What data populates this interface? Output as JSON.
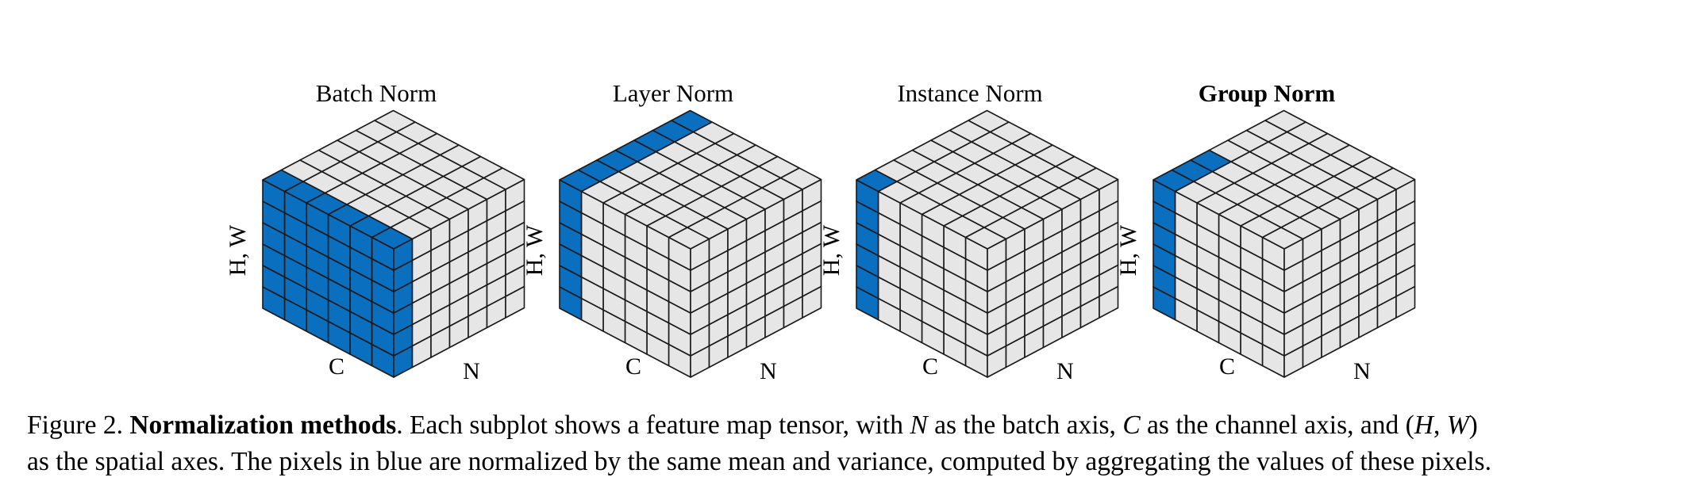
{
  "colors": {
    "highlight": "#0b6fc0",
    "cell": "#e6e6e6",
    "edge": "#1a1a1a"
  },
  "grid": {
    "c": 6,
    "n": 7,
    "h": 6
  },
  "panels": [
    {
      "title": "Batch Norm",
      "bold": false,
      "labels": {
        "hw": "H, W",
        "c": "C",
        "n": "N"
      },
      "highlight": {
        "n": [
          0,
          0
        ],
        "c": [
          0,
          5
        ]
      }
    },
    {
      "title": "Layer Norm",
      "bold": false,
      "labels": {
        "hw": "H, W",
        "c": "C",
        "n": "N"
      },
      "highlight": {
        "n": [
          0,
          6
        ],
        "c": [
          5,
          5
        ]
      }
    },
    {
      "title": "Instance Norm",
      "bold": false,
      "labels": {
        "hw": "H, W",
        "c": "C",
        "n": "N"
      },
      "highlight": {
        "n": [
          0,
          0
        ],
        "c": [
          5,
          5
        ]
      }
    },
    {
      "title": "Group Norm",
      "bold": true,
      "labels": {
        "hw": "H, W",
        "c": "C",
        "n": "N"
      },
      "highlight": {
        "n": [
          0,
          2
        ],
        "c": [
          5,
          5
        ]
      }
    }
  ],
  "caption": {
    "figure_label": "Figure 2.",
    "title": "Normalization methods",
    "line1_a": ". Each subplot shows a feature map tensor, with ",
    "sym_n": "N",
    "line1_b": " as the batch axis, ",
    "sym_c": "C",
    "line1_c": " as the channel axis, and ",
    "sym_hw_open": "(",
    "sym_h": "H",
    "sym_hw_sep": ", ",
    "sym_w": "W",
    "sym_hw_close": ")",
    "line2": "as the spatial axes. The pixels in blue are normalized by the same mean and variance, computed by aggregating the values of these pixels."
  }
}
